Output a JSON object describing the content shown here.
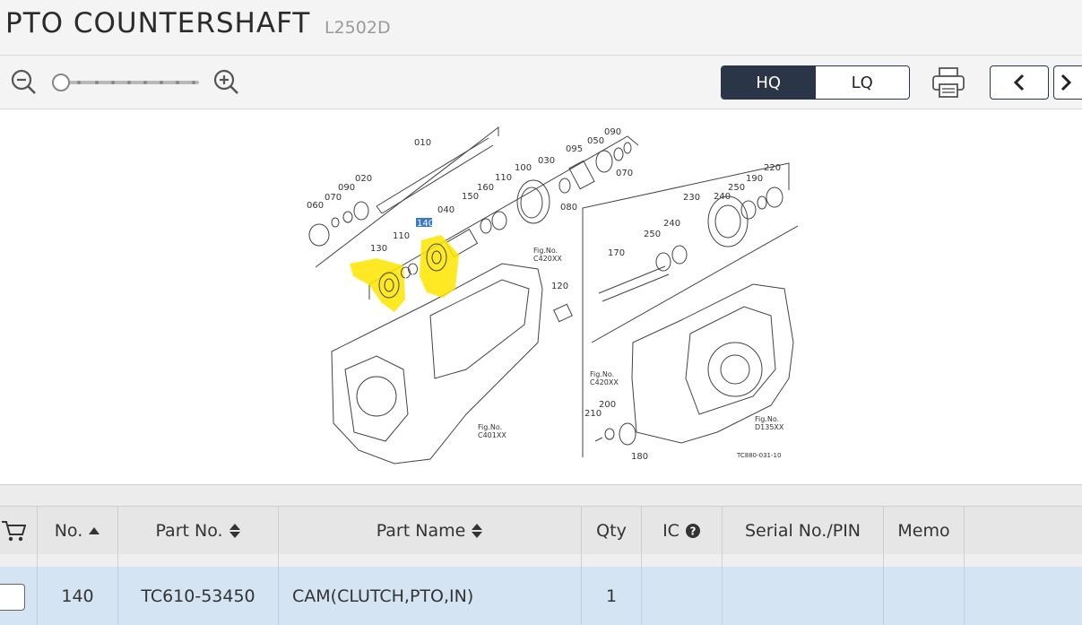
{
  "header": {
    "title": "PTO COUNTERSHAFT",
    "model": "L2502D"
  },
  "toolbar": {
    "zoom_out_icon": "zoom-out-icon",
    "zoom_in_icon": "zoom-in-icon",
    "zoom_level": 0,
    "quality": {
      "hq_label": "HQ",
      "lq_label": "LQ",
      "selected": "HQ"
    },
    "print_icon": "printer-icon",
    "prev_icon": "chevron-left-icon",
    "next_icon": "chevron-right-icon"
  },
  "diagram": {
    "callouts": [
      "010",
      "020",
      "030",
      "040",
      "050",
      "060",
      "070",
      "070",
      "080",
      "090",
      "090",
      "095",
      "100",
      "110",
      "110",
      "120",
      "130",
      "140",
      "150",
      "160",
      "170",
      "190",
      "200",
      "210",
      "220",
      "230",
      "240",
      "240",
      "250",
      "250",
      "180"
    ],
    "highlighted_callout": "140",
    "fig_refs": [
      {
        "label": "Fig.No.",
        "code": "C420XX"
      },
      {
        "label": "Fig.No.",
        "code": "C420XX"
      },
      {
        "label": "Fig.No.",
        "code": "C401XX"
      },
      {
        "label": "Fig.No.",
        "code": "D135XX"
      }
    ],
    "drawing_id": "TC880-031-10",
    "highlight_color": "#ffe600"
  },
  "table": {
    "columns": {
      "cart_icon": "cart-icon",
      "no": "No.",
      "part_no": "Part No.",
      "part_name": "Part Name",
      "qty": "Qty",
      "ic": "IC",
      "serial": "Serial No./PIN",
      "memo": "Memo"
    },
    "rows": [
      {
        "no": "140",
        "part_no": "TC610-53450",
        "part_name": "CAM(CLUTCH,PTO,IN)",
        "qty": "1",
        "ic": "",
        "serial": "",
        "memo": ""
      }
    ],
    "selected_row_color": "#d4e4f3"
  }
}
